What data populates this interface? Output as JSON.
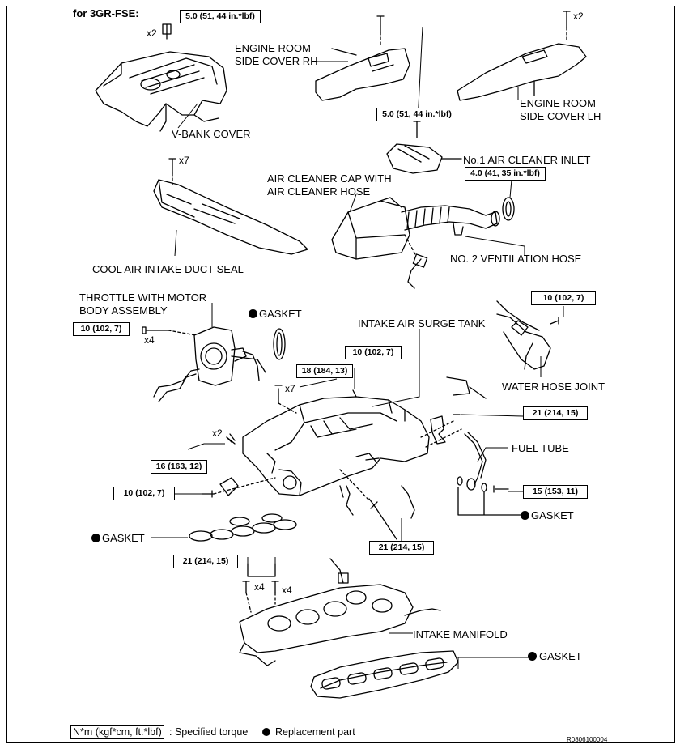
{
  "header": {
    "title": "for 3GR-FSE:"
  },
  "torques": {
    "vbank": "5.0 (51, 44 in.*lbf)",
    "air_inlet": "5.0 (51, 44 in.*lbf)",
    "clamp": "4.0 (41, 35 in.*lbf)",
    "throttle": "10 (102, 7)",
    "water_hose": "10 (102, 7)",
    "surge_upper": "10 (102, 7)",
    "surge_18": "18 (184, 13)",
    "right_21": "21 (214, 15)",
    "left_16": "16 (163, 12)",
    "left_10": "10 (102, 7)",
    "right_15": "15 (153, 11)",
    "bottom_21": "21 (214, 15)",
    "manifold_21": "21 (214, 15)"
  },
  "multipliers": {
    "vbank": "x2",
    "lh_cover": "x2",
    "duct_seal": "x7",
    "throttle": "x4",
    "surge_18": "x7",
    "left_16": "x2",
    "manifold_a": "x4",
    "manifold_b": "x4"
  },
  "labels": {
    "vbank_cover": "V-BANK COVER",
    "side_cover_rh_1": "ENGINE ROOM",
    "side_cover_rh_2": "SIDE COVER RH",
    "side_cover_lh_1": "ENGINE ROOM",
    "side_cover_lh_2": "SIDE COVER LH",
    "air_cleaner_inlet": "No.1 AIR CLEANER INLET",
    "air_cleaner_cap_1": "AIR CLEANER CAP WITH",
    "air_cleaner_cap_2": "AIR CLEANER HOSE",
    "vent_hose": "NO. 2 VENTILATION HOSE",
    "duct_seal": "COOL AIR INTAKE DUCT SEAL",
    "throttle_1": "THROTTLE WITH MOTOR",
    "throttle_2": "BODY ASSEMBLY",
    "gasket_throttle": "GASKET",
    "surge_tank": "INTAKE AIR SURGE TANK",
    "water_hose_joint": "WATER HOSE JOINT",
    "fuel_tube": "FUEL TUBE",
    "gasket_fuel": "GASKET",
    "gasket_left": "GASKET",
    "intake_manifold": "INTAKE MANIFOLD",
    "gasket_manifold": "GASKET"
  },
  "legend": {
    "torque_units": "N*m (kgf*cm, ft.*lbf)",
    "torque_text": ": Specified torque",
    "replacement_text": "Replacement part"
  },
  "figure_id": "R0806100004"
}
